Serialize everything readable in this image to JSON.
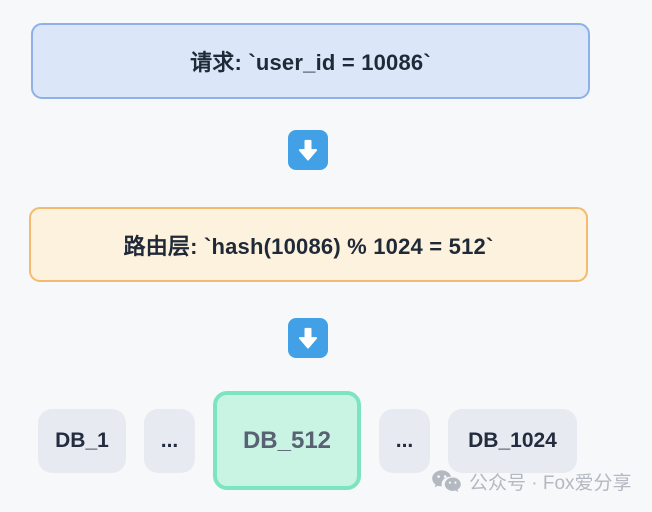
{
  "flow": {
    "request_box": {
      "label": "请求: `user_id = 10086`",
      "bg_color": "#dbe6f8",
      "border_color": "#8fb1ea"
    },
    "router_box": {
      "label": "路由层: `hash(10086) % 1024 = 512`",
      "bg_color": "#fdf2de",
      "border_color": "#f3ba70"
    },
    "arrow": {
      "icon": "down-arrow-icon",
      "color": "#42a1e6"
    },
    "databases": [
      {
        "label": "DB_1",
        "highlighted": false
      },
      {
        "label": "...",
        "highlighted": false
      },
      {
        "label": "DB_512",
        "highlighted": true,
        "bg_color": "#c9f4e3",
        "border_color": "#7de4c0"
      },
      {
        "label": "...",
        "highlighted": false
      },
      {
        "label": "DB_1024",
        "highlighted": false
      }
    ]
  },
  "watermark": {
    "icon": "wechat-icon",
    "text": "公众号 · Fox爱分享",
    "color": "#b4b8c0"
  }
}
